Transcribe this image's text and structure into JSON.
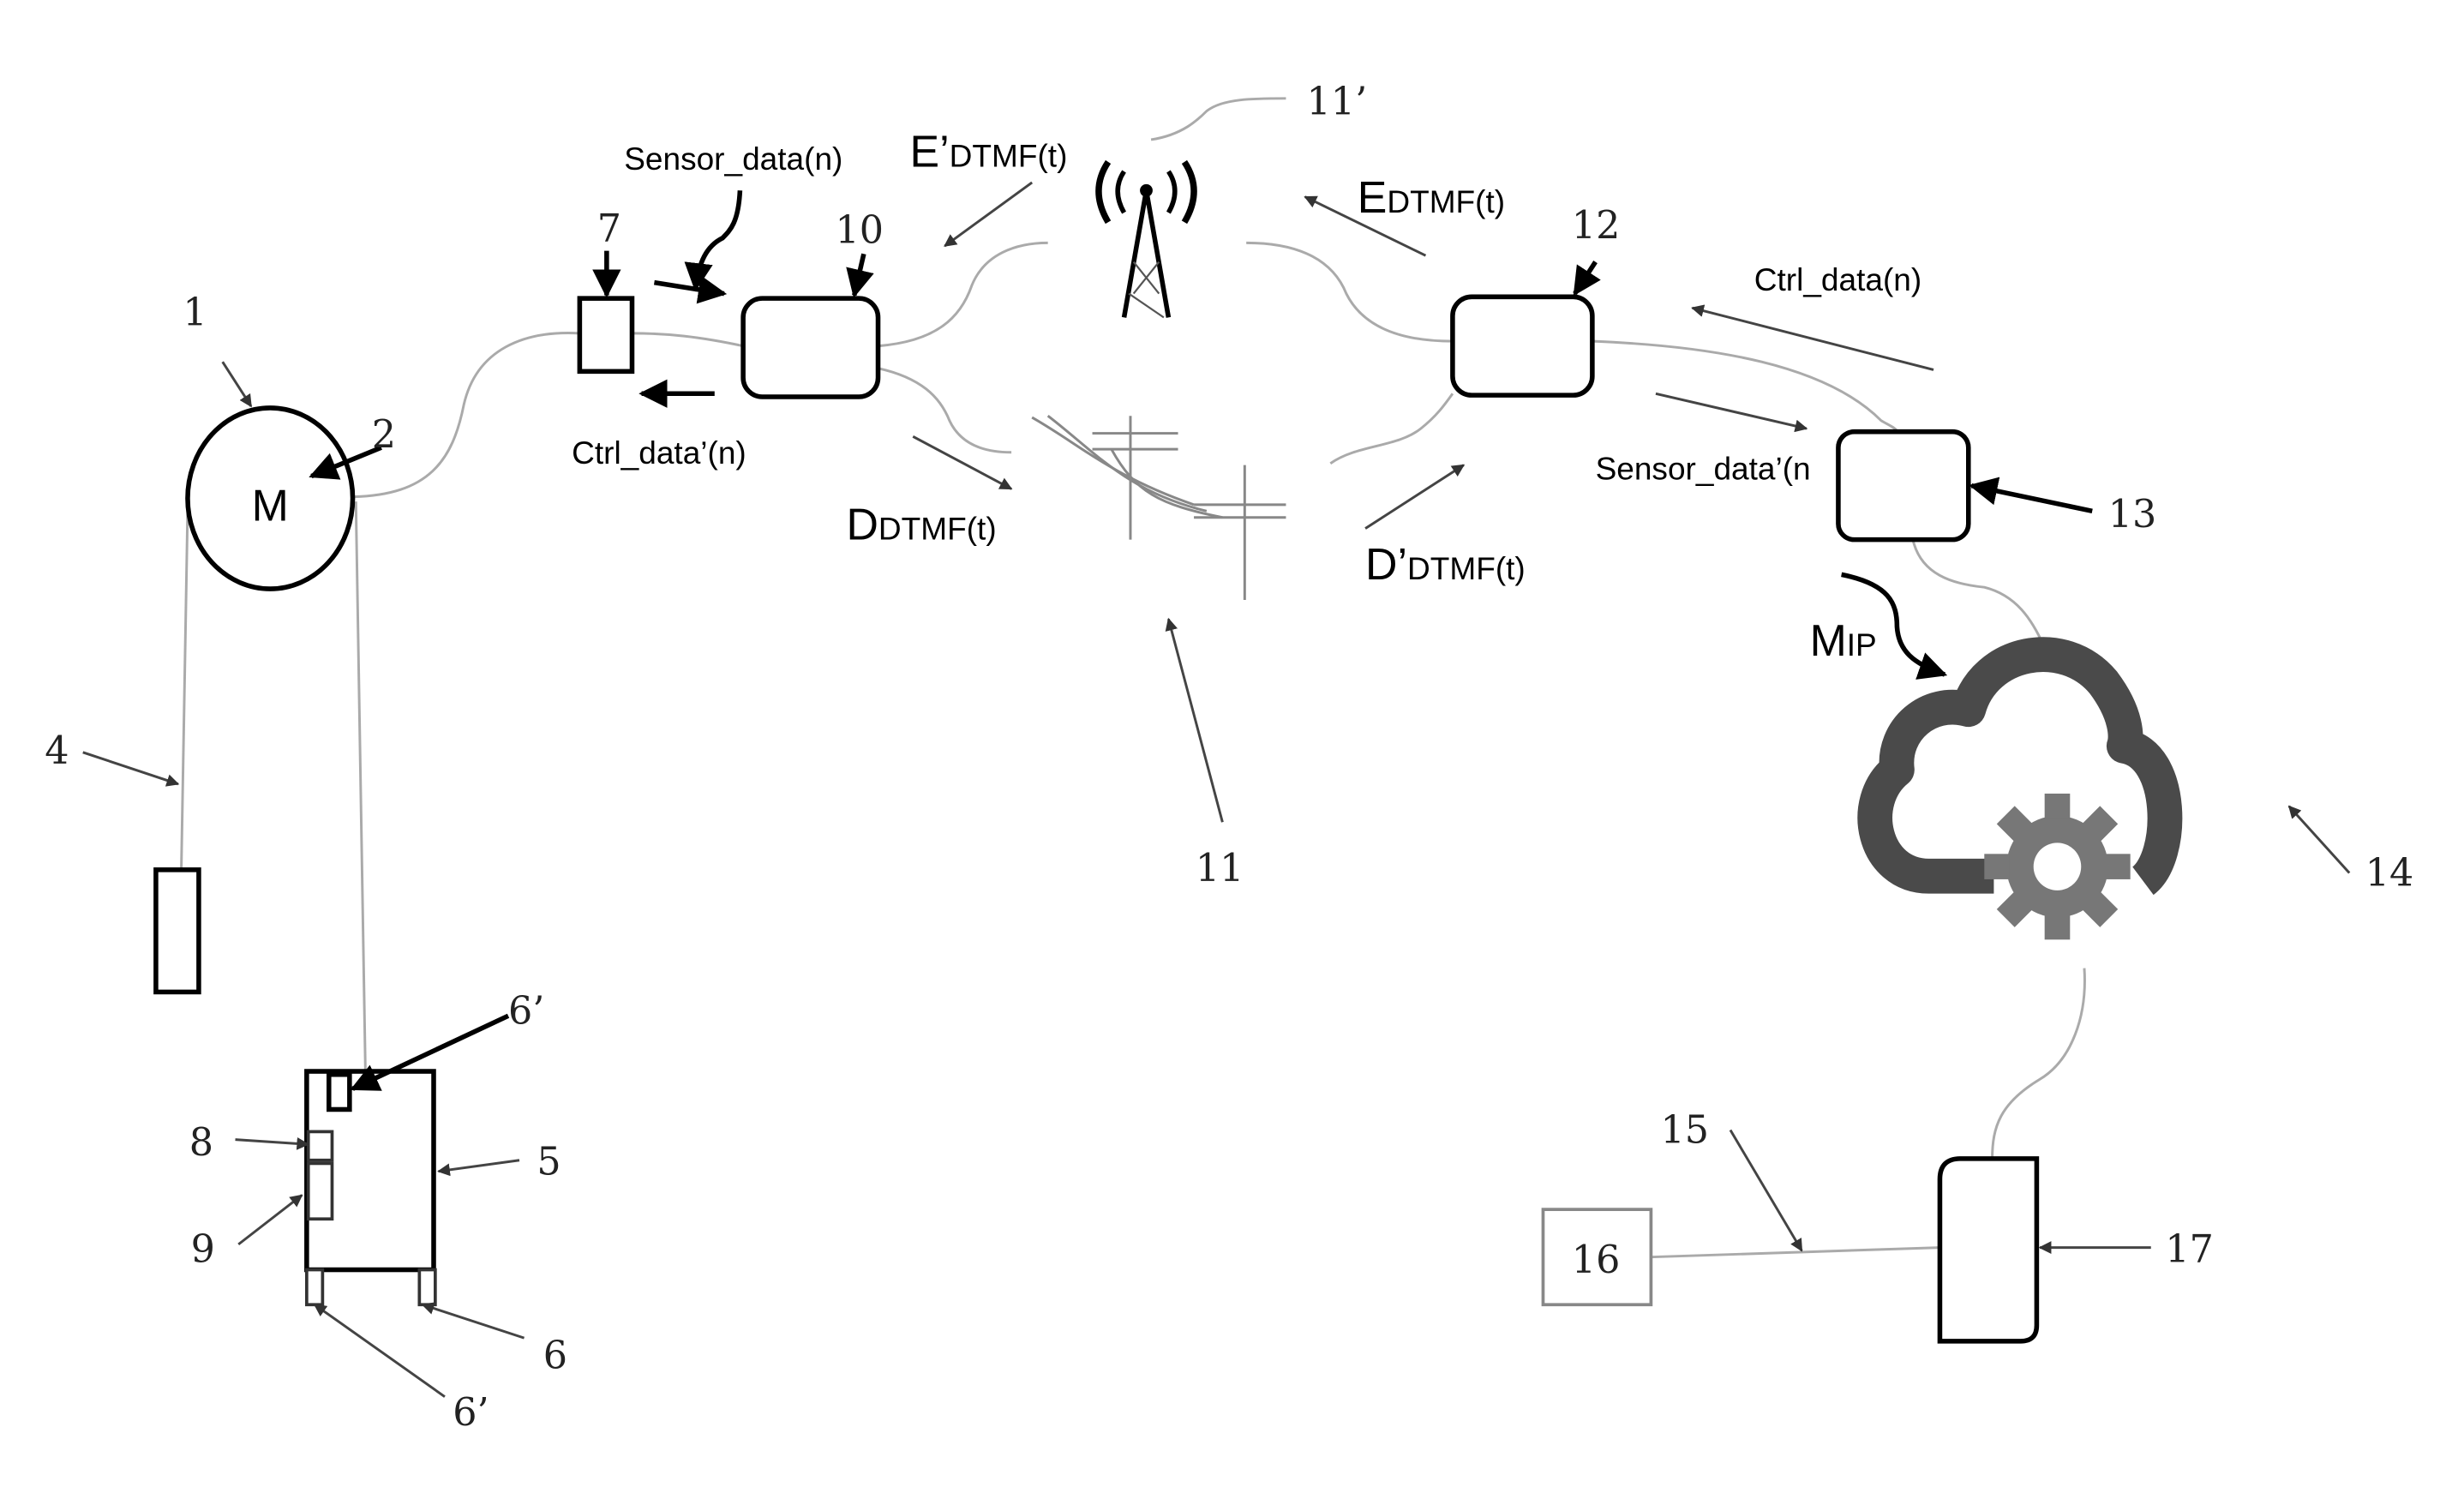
{
  "diagram": {
    "motor_label": "M",
    "refs": {
      "r1": "1",
      "r2": "2",
      "r4": "4",
      "r5": "5",
      "r6": "6",
      "r6a": "6’",
      "r6b": "6’",
      "r7": "7",
      "r8": "8",
      "r9": "9",
      "r10": "10",
      "r11": "11",
      "r11p": "11’",
      "r12": "12",
      "r13": "13",
      "r14": "14",
      "r15": "15",
      "r16": "16",
      "r17": "17"
    },
    "signals": {
      "sensor_data": "Sensor_data(n)",
      "ctrl_data_prime": "Ctrl_data’(n)",
      "ctrl_data": "Ctrl_data(n)",
      "sensor_data_prime": "Sensor_data’(n",
      "e_prime_main": "E’",
      "e_prime_sub": "DTMF(t)",
      "e_main": "E",
      "e_sub": "DTMF(t)",
      "d_main": "D",
      "d_sub": "DTMF(t)",
      "d_prime_main": "D’",
      "d_prime_sub": "DTMF(t)",
      "mip_main": "M",
      "mip_sub": "IP"
    }
  }
}
